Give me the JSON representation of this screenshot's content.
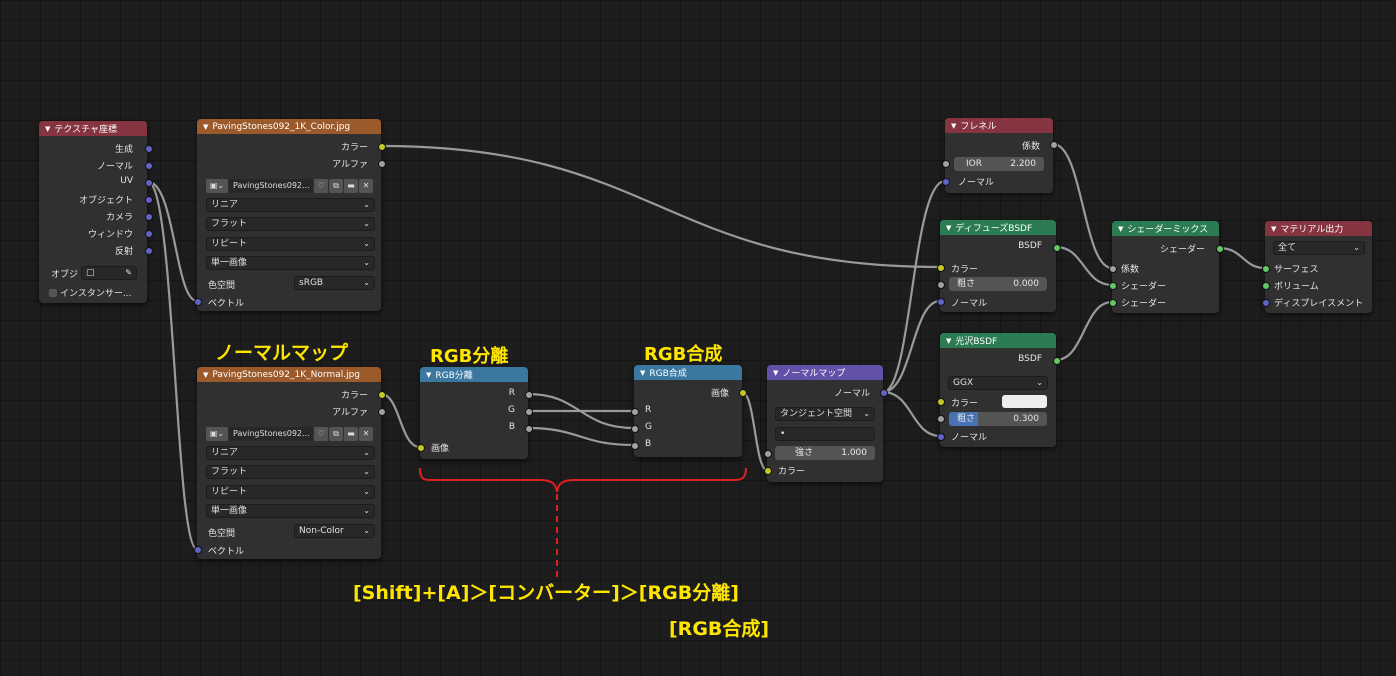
{
  "colors": {
    "input_header": "#863440",
    "texture_header": "#9a5a2c",
    "converter_header": "#3a78a0",
    "vector_header": "#6350a8",
    "shader_header": "#2b7c52",
    "annotation": "#ffe600",
    "bracket": "#e02020"
  },
  "texcoord": {
    "title": "テクスチャ座標",
    "outputs": [
      "生成",
      "ノーマル",
      "UV",
      "オブジェクト",
      "カメラ",
      "ウィンドウ",
      "反射"
    ],
    "object_label": "オブジ",
    "instancer_label": "インスタンサー..."
  },
  "tex_color": {
    "title": "PavingStones092_1K_Color.jpg",
    "out_color": "カラー",
    "out_alpha": "アルファ",
    "image_name": "PavingStones092...",
    "interp": "リニア",
    "proj": "フラット",
    "ext": "リピート",
    "source": "単一画像",
    "colorspace_label": "色空間",
    "colorspace": "sRGB",
    "in_vector": "ベクトル"
  },
  "tex_normal": {
    "title": "PavingStones092_1K_Normal.jpg",
    "out_color": "カラー",
    "out_alpha": "アルファ",
    "image_name": "PavingStones092...",
    "interp": "リニア",
    "proj": "フラット",
    "ext": "リピート",
    "source": "単一画像",
    "colorspace_label": "色空間",
    "colorspace": "Non-Color",
    "in_vector": "ベクトル"
  },
  "sep_rgb": {
    "title": "RGB分離",
    "out_r": "R",
    "out_g": "G",
    "out_b": "B",
    "in_image": "画像"
  },
  "comb_rgb": {
    "title": "RGB合成",
    "out_image": "画像",
    "in_r": "R",
    "in_g": "G",
    "in_b": "B"
  },
  "normal_map": {
    "title": "ノーマルマップ",
    "out_normal": "ノーマル",
    "space": "タンジェント空間",
    "uvmap": "•",
    "strength_label": "強さ",
    "strength": "1.000",
    "in_color": "カラー"
  },
  "fresnel": {
    "title": "フレネル",
    "out_fac": "係数",
    "ior_label": "IOR",
    "ior": "2.200",
    "in_normal": "ノーマル"
  },
  "diffuse": {
    "title": "ディフューズBSDF",
    "out_bsdf": "BSDF",
    "in_color": "カラー",
    "rough_label": "粗さ",
    "rough": "0.000",
    "in_normal": "ノーマル"
  },
  "glossy": {
    "title": "光沢BSDF",
    "out_bsdf": "BSDF",
    "dist": "GGX",
    "in_color": "カラー",
    "rough_label": "粗さ",
    "rough": "0.300",
    "in_normal": "ノーマル",
    "color_swatch": "#eeeeee"
  },
  "mix": {
    "title": "シェーダーミックス",
    "out_shader": "シェーダー",
    "in_fac": "係数",
    "in_shader1": "シェーダー",
    "in_shader2": "シェーダー"
  },
  "output": {
    "title": "マテリアル出力",
    "target": "全て",
    "in_surface": "サーフェス",
    "in_volume": "ボリューム",
    "in_disp": "ディスプレイスメント"
  },
  "annotations": {
    "normal_map_label": "ノーマルマップ",
    "sep_label": "RGB分離",
    "comb_label": "RGB合成",
    "shortcut_line1": "[Shift]+[A]＞[コンバーター]＞[RGB分離]",
    "shortcut_line2": "[RGB合成]"
  }
}
